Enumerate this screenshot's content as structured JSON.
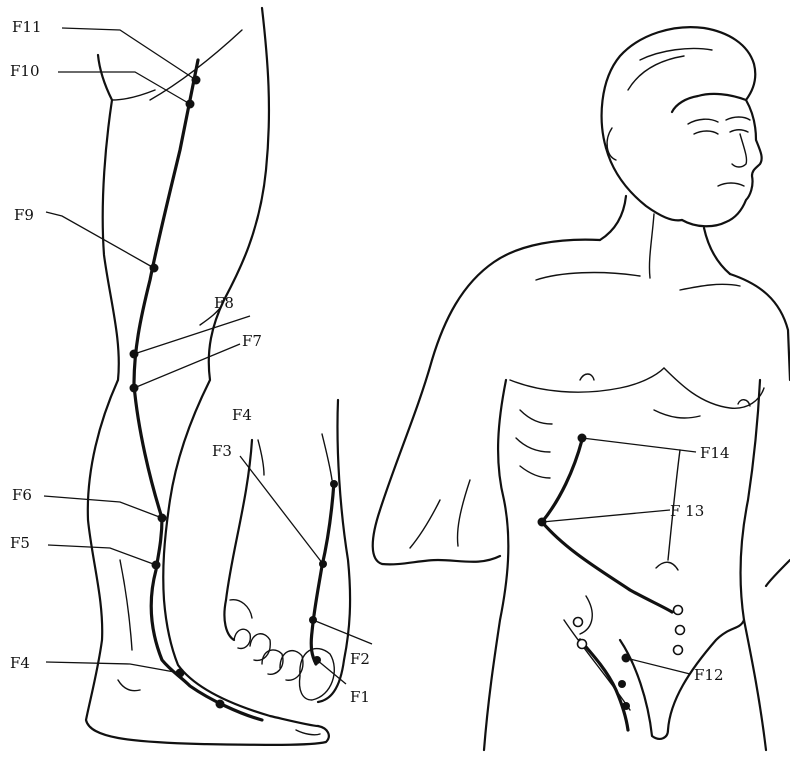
{
  "labels": {
    "f11": "F11",
    "f10": "F10",
    "f9": "F9",
    "f8": "F8",
    "f7": "F7",
    "f6": "F6",
    "f5": "F5",
    "f4_leg": "F4",
    "f4_foot": "F4",
    "f3": "F3",
    "f2": "F2",
    "f1": "F1",
    "f14": "F14",
    "f13": "F 13",
    "f12": "F12"
  },
  "colors": {
    "ink": "#111111",
    "paper": "#ffffff"
  }
}
